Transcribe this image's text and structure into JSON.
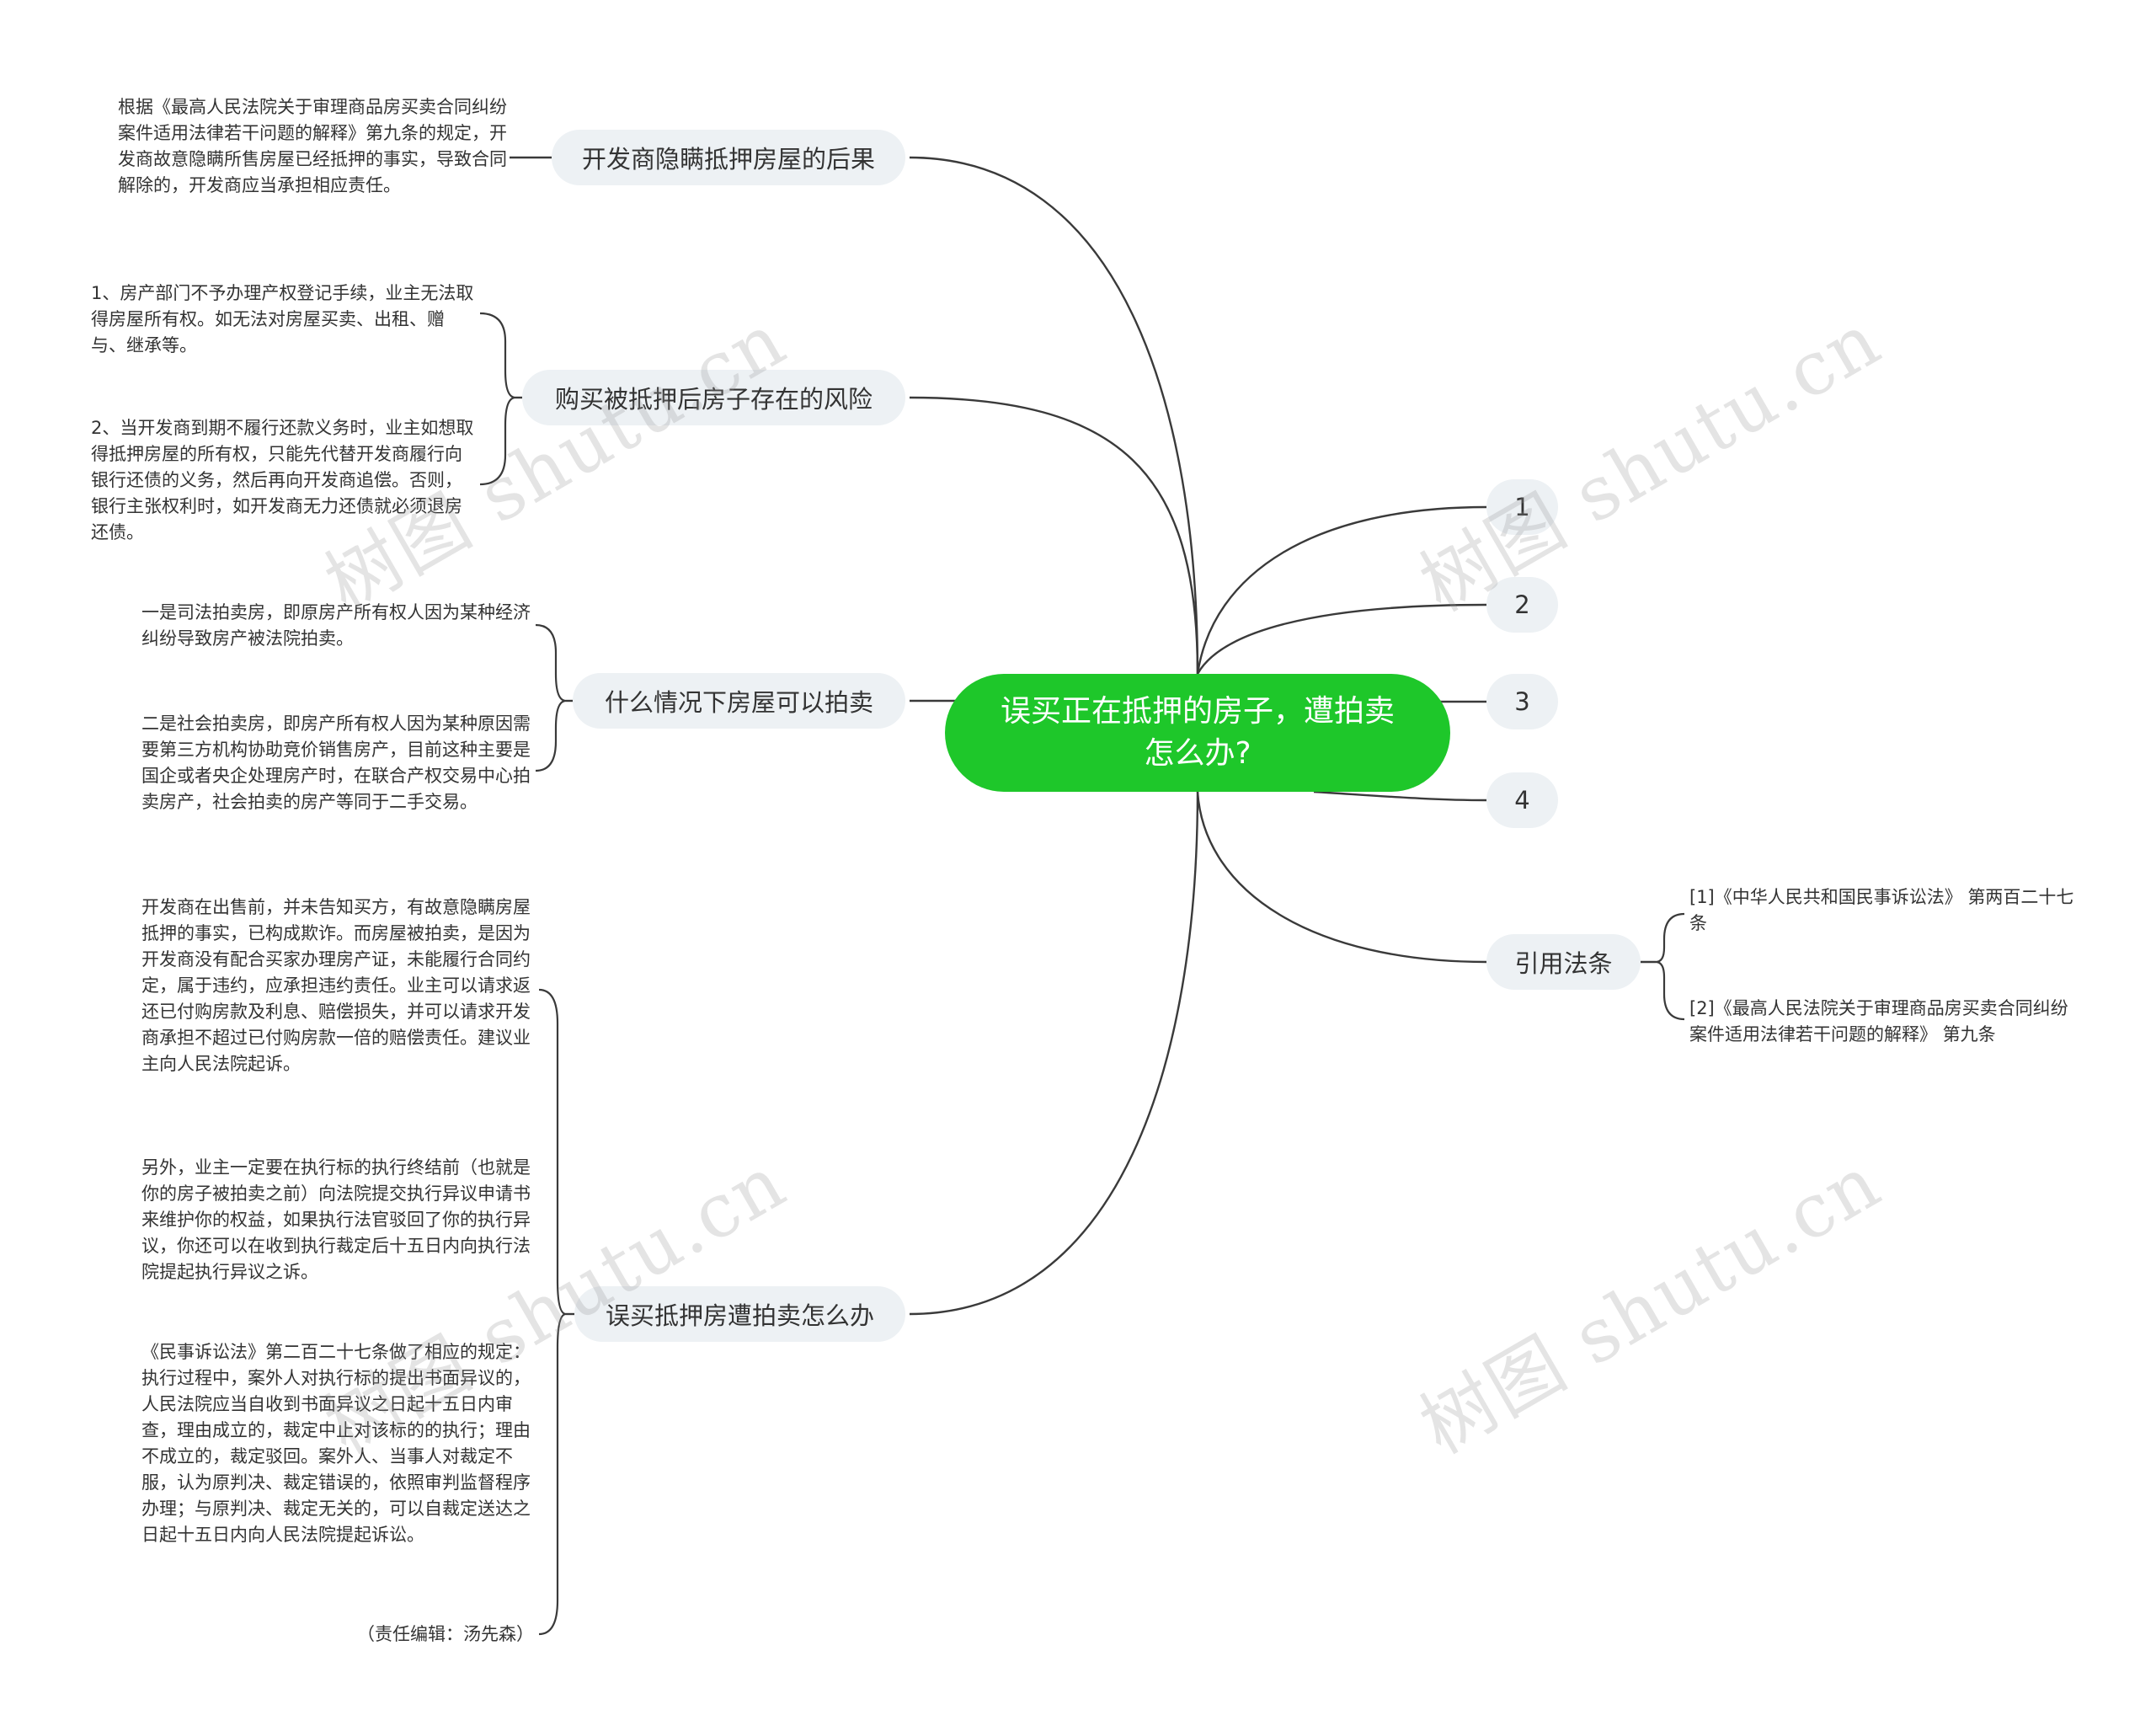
{
  "central_topic": "误买正在抵押的房子，遭拍卖怎么办?",
  "branches": {
    "consequence": {
      "label": "开发商隐瞒抵押房屋的后果",
      "details": [
        "根据《最高人民法院关于审理商品房买卖合同纠纷案件适用法律若干问题的解释》第九条的规定，开发商故意隐瞒所售房屋已经抵押的事实，导致合同解除的，开发商应当承担相应责任。"
      ]
    },
    "risk": {
      "label": "购买被抵押后房子存在的风险",
      "details": [
        "1、房产部门不予办理产权登记手续，业主无法取得房屋所有权。如无法对房屋买卖、出租、赠与、继承等。",
        "2、当开发商到期不履行还款义务时，业主如想取得抵押房屋的所有权，只能先代替开发商履行向银行还债的义务，然后再向开发商追偿。否则，银行主张权利时，如开发商无力还债就必须退房还债。"
      ]
    },
    "auction": {
      "label": "什么情况下房屋可以拍卖",
      "details": [
        "一是司法拍卖房，即原房产所有权人因为某种经济纠纷导致房产被法院拍卖。",
        "二是社会拍卖房，即房产所有权人因为某种原因需要第三方机构协助竞价销售房产，目前这种主要是国企或者央企处理房产时，在联合产权交易中心拍卖房产，社会拍卖的房产等同于二手交易。"
      ]
    },
    "handling": {
      "label": "误买抵押房遭拍卖怎么办",
      "details": [
        "开发商在出售前，并未告知买方，有故意隐瞒房屋抵押的事实，已构成欺诈。而房屋被拍卖，是因为开发商没有配合买家办理房产证，未能履行合同约定，属于违约，应承担违约责任。业主可以请求返还已付购房款及利息、赔偿损失，并可以请求开发商承担不超过已付购房款一倍的赔偿责任。建议业主向人民法院起诉。",
        "另外，业主一定要在执行标的执行终结前（也就是你的房子被拍卖之前）向法院提交执行异议申请书来维护你的权益，如果执行法官驳回了你的执行异议，你还可以在收到执行裁定后十五日内向执行法院提起执行异议之诉。",
        "《民事诉讼法》第二百二十七条做了相应的规定：执行过程中，案外人对执行标的提出书面异议的，人民法院应当自收到书面异议之日起十五日内审查，理由成立的，裁定中止对该标的的执行；理由不成立的，裁定驳回。案外人、当事人对裁定不服，认为原判决、裁定错误的，依照审判监督程序办理；与原判决、裁定无关的，可以自裁定送达之日起十五日内向人民法院提起诉讼。",
        "（责任编辑：汤先森）"
      ]
    },
    "numbered": [
      "1",
      "2",
      "3",
      "4"
    ],
    "citations": {
      "label": "引用法条",
      "details": [
        "[1]《中华人民共和国民事诉讼法》 第两百二十七条",
        "[2]《最高人民法院关于审理商品房买卖合同纠纷案件适用法律若干问题的解释》 第九条"
      ]
    }
  },
  "watermark": "树图 shutu.cn",
  "colors": {
    "root": "#1ec72a",
    "topic_bg": "#edf1f4",
    "line": "#3a3a3a"
  }
}
